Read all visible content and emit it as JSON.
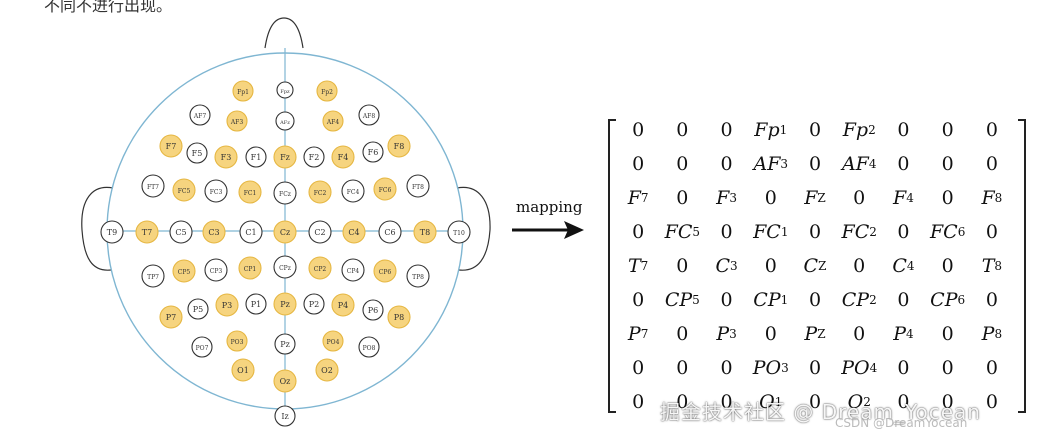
{
  "top_caption": "不同不进行出现。",
  "colors": {
    "highlight_fill": "#f6d47f",
    "highlight_stroke": "#e6b742",
    "plain_stroke": "#333333",
    "scalp_line": "#7fb6d2"
  },
  "electrodes": [
    {
      "id": "Fpz",
      "label": "Fpz",
      "hl": false
    },
    {
      "id": "Fp1",
      "label": "Fp1",
      "hl": true
    },
    {
      "id": "Fp2",
      "label": "Fp2",
      "hl": true
    },
    {
      "id": "AF7",
      "label": "AF7",
      "hl": false
    },
    {
      "id": "AF3",
      "label": "AF3",
      "hl": true
    },
    {
      "id": "AFz",
      "label": "AFz",
      "hl": false
    },
    {
      "id": "AF4",
      "label": "AF4",
      "hl": true
    },
    {
      "id": "AF8",
      "label": "AF8",
      "hl": false
    },
    {
      "id": "F7",
      "label": "F7",
      "hl": true
    },
    {
      "id": "F5",
      "label": "F5",
      "hl": false
    },
    {
      "id": "F3",
      "label": "F3",
      "hl": true
    },
    {
      "id": "F1",
      "label": "F1",
      "hl": false
    },
    {
      "id": "Fz",
      "label": "Fz",
      "hl": true
    },
    {
      "id": "F2",
      "label": "F2",
      "hl": false
    },
    {
      "id": "F4",
      "label": "F4",
      "hl": true
    },
    {
      "id": "F6",
      "label": "F6",
      "hl": false
    },
    {
      "id": "F8",
      "label": "F8",
      "hl": true
    },
    {
      "id": "FT7",
      "label": "FT7",
      "hl": false
    },
    {
      "id": "FC5",
      "label": "FC5",
      "hl": true
    },
    {
      "id": "FC3",
      "label": "FC3",
      "hl": false
    },
    {
      "id": "FC1",
      "label": "FC1",
      "hl": true
    },
    {
      "id": "FCz",
      "label": "FCz",
      "hl": false
    },
    {
      "id": "FC2",
      "label": "FC2",
      "hl": true
    },
    {
      "id": "FC4",
      "label": "FC4",
      "hl": false
    },
    {
      "id": "FC6",
      "label": "FC6",
      "hl": true
    },
    {
      "id": "FT8",
      "label": "FT8",
      "hl": false
    },
    {
      "id": "T9",
      "label": "T9",
      "hl": false
    },
    {
      "id": "T7",
      "label": "T7",
      "hl": true
    },
    {
      "id": "C5",
      "label": "C5",
      "hl": false
    },
    {
      "id": "C3",
      "label": "C3",
      "hl": true
    },
    {
      "id": "C1",
      "label": "C1",
      "hl": false
    },
    {
      "id": "Cz",
      "label": "Cz",
      "hl": true
    },
    {
      "id": "C2",
      "label": "C2",
      "hl": false
    },
    {
      "id": "C4",
      "label": "C4",
      "hl": true
    },
    {
      "id": "C6",
      "label": "C6",
      "hl": false
    },
    {
      "id": "T8",
      "label": "T8",
      "hl": true
    },
    {
      "id": "T10",
      "label": "T10",
      "hl": false
    },
    {
      "id": "TP7",
      "label": "TP7",
      "hl": false
    },
    {
      "id": "CP5",
      "label": "CP5",
      "hl": true
    },
    {
      "id": "CP3",
      "label": "CP3",
      "hl": false
    },
    {
      "id": "CP1",
      "label": "CP1",
      "hl": true
    },
    {
      "id": "CPz",
      "label": "CPz",
      "hl": false
    },
    {
      "id": "CP2",
      "label": "CP2",
      "hl": true
    },
    {
      "id": "CP4",
      "label": "CP4",
      "hl": false
    },
    {
      "id": "CP6",
      "label": "CP6",
      "hl": true
    },
    {
      "id": "TP8",
      "label": "TP8",
      "hl": false
    },
    {
      "id": "P7",
      "label": "P7",
      "hl": true
    },
    {
      "id": "P5",
      "label": "P5",
      "hl": false
    },
    {
      "id": "P3",
      "label": "P3",
      "hl": true
    },
    {
      "id": "P1",
      "label": "P1",
      "hl": false
    },
    {
      "id": "Pz",
      "label": "Pz",
      "hl": true
    },
    {
      "id": "P2",
      "label": "P2",
      "hl": false
    },
    {
      "id": "P4",
      "label": "P4",
      "hl": true
    },
    {
      "id": "P6",
      "label": "P6",
      "hl": false
    },
    {
      "id": "P8",
      "label": "P8",
      "hl": true
    },
    {
      "id": "PO7",
      "label": "PO7",
      "hl": false
    },
    {
      "id": "PO3",
      "label": "PO3",
      "hl": true
    },
    {
      "id": "POz",
      "label": "Pz",
      "hl": false
    },
    {
      "id": "PO4",
      "label": "PO4",
      "hl": true
    },
    {
      "id": "PO8",
      "label": "PO8",
      "hl": false
    },
    {
      "id": "O1",
      "label": "O1",
      "hl": true
    },
    {
      "id": "Oz",
      "label": "Oz",
      "hl": true
    },
    {
      "id": "O2",
      "label": "O2",
      "hl": true
    },
    {
      "id": "Iz",
      "label": "Iz",
      "hl": false
    }
  ],
  "mapping_label": "mapping",
  "matrix": [
    [
      "0",
      "0",
      "0",
      "Fp1",
      "0",
      "Fp2",
      "0",
      "0",
      "0"
    ],
    [
      "0",
      "0",
      "0",
      "AF3",
      "0",
      "AF4",
      "0",
      "0",
      "0"
    ],
    [
      "F7",
      "0",
      "F3",
      "0",
      "FZ",
      "0",
      "F4",
      "0",
      "F8"
    ],
    [
      "0",
      "FC5",
      "0",
      "FC1",
      "0",
      "FC2",
      "0",
      "FC6",
      "0"
    ],
    [
      "T7",
      "0",
      "C3",
      "0",
      "CZ",
      "0",
      "C4",
      "0",
      "T8"
    ],
    [
      "0",
      "CP5",
      "0",
      "CP1",
      "0",
      "CP2",
      "0",
      "CP6",
      "0"
    ],
    [
      "P7",
      "0",
      "P3",
      "0",
      "PZ",
      "0",
      "P4",
      "0",
      "P8"
    ],
    [
      "0",
      "0",
      "0",
      "PO3",
      "0",
      "PO4",
      "0",
      "0",
      "0"
    ],
    [
      "0",
      "0",
      "0",
      "O1",
      "0",
      "O2",
      "0",
      "0",
      "0"
    ]
  ],
  "watermark": "掘金技术社区 @ Dream_Yocean",
  "watermark_small": "CSDN @DreamYocean"
}
